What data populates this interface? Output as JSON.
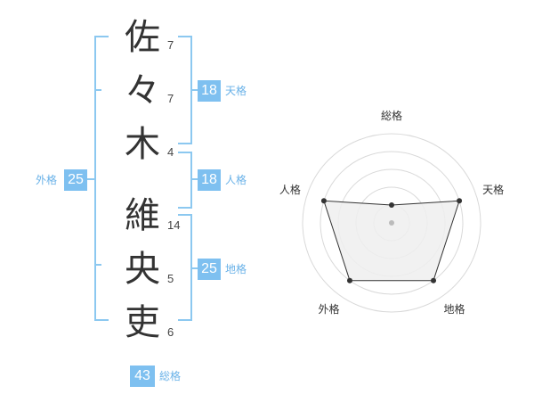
{
  "name": {
    "chars": [
      {
        "char": "佐",
        "strokes": "7"
      },
      {
        "char": "々",
        "strokes": "7"
      },
      {
        "char": "木",
        "strokes": "4"
      },
      {
        "char": "維",
        "strokes": "14"
      },
      {
        "char": "央",
        "strokes": "5"
      },
      {
        "char": "吏",
        "strokes": "6"
      }
    ]
  },
  "kakusu": {
    "tenkaku": {
      "label": "天格",
      "value": "18"
    },
    "jinkaku": {
      "label": "人格",
      "value": "18"
    },
    "chikaku": {
      "label": "地格",
      "value": "25"
    },
    "gaikaku": {
      "label": "外格",
      "value": "25"
    },
    "soukaku": {
      "label": "総格",
      "value": "43"
    }
  },
  "radar": {
    "axes": [
      "総格",
      "天格",
      "地格",
      "外格",
      "人格"
    ],
    "levels": [
      1,
      4,
      4,
      4,
      4
    ],
    "max_level": 5,
    "fill_color": "#efefef",
    "line_color": "#333333",
    "ring_color": "#d9d9d9"
  },
  "colors": {
    "accent": "#7ec0f0",
    "bracket": "#8cc8f0",
    "accent_text": "#6ab2e8"
  }
}
